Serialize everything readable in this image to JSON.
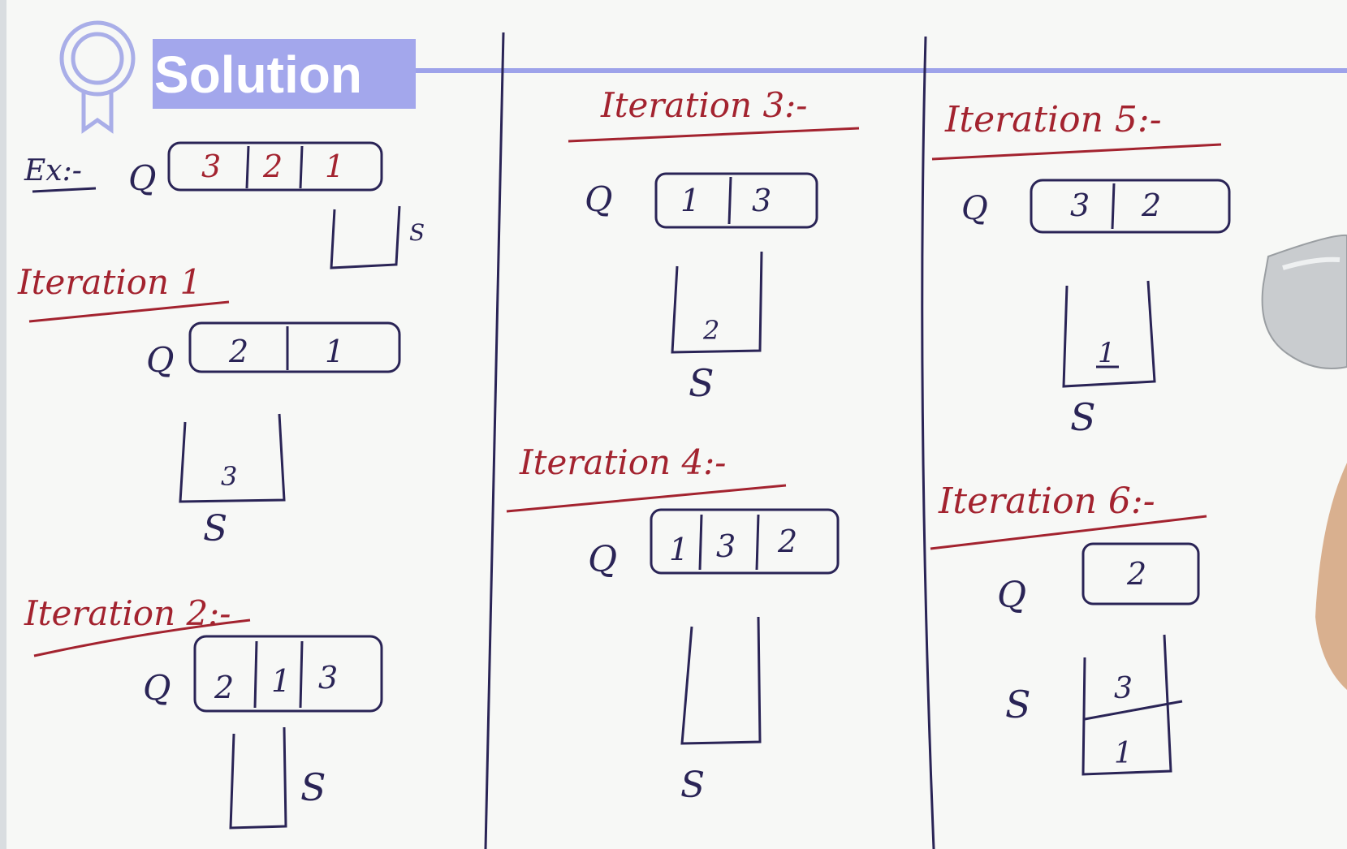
{
  "header": {
    "title": "Solution",
    "colors": {
      "banner": "#a3a7ec",
      "rule": "#9ea3ea",
      "ink_red": "#a3232f",
      "ink_blue": "#2a2456"
    },
    "badge_icon": "award-ribbon-icon"
  },
  "example": {
    "label": "Ex:-",
    "queue_label": "Q",
    "queue": [
      "3",
      "2",
      "1"
    ],
    "stack_label": "S"
  },
  "iterations": [
    {
      "label": "Iteration 1",
      "queue_label": "Q",
      "queue": [
        "2",
        "1"
      ],
      "stack_label": "S",
      "stack": [
        "3"
      ]
    },
    {
      "label": "Iteration 2:-",
      "queue_label": "Q",
      "queue": [
        "2",
        "1",
        "3"
      ],
      "stack_label": "S",
      "stack": []
    },
    {
      "label": "Iteration 3:-",
      "queue_label": "Q",
      "queue": [
        "1",
        "3"
      ],
      "stack_label": "S",
      "stack": [
        "2"
      ]
    },
    {
      "label": "Iteration 4:-",
      "queue_label": "Q",
      "queue": [
        "1",
        "3",
        "2"
      ],
      "stack_label": "S",
      "stack": []
    },
    {
      "label": "Iteration 5:-",
      "queue_label": "Q",
      "queue": [
        "3",
        "2"
      ],
      "stack_label": "S",
      "stack": [
        "1"
      ]
    },
    {
      "label": "Iteration 6:-",
      "queue_label": "Q",
      "queue": [
        "2"
      ],
      "stack_label": "S",
      "stack": [
        "3",
        "1"
      ]
    }
  ]
}
